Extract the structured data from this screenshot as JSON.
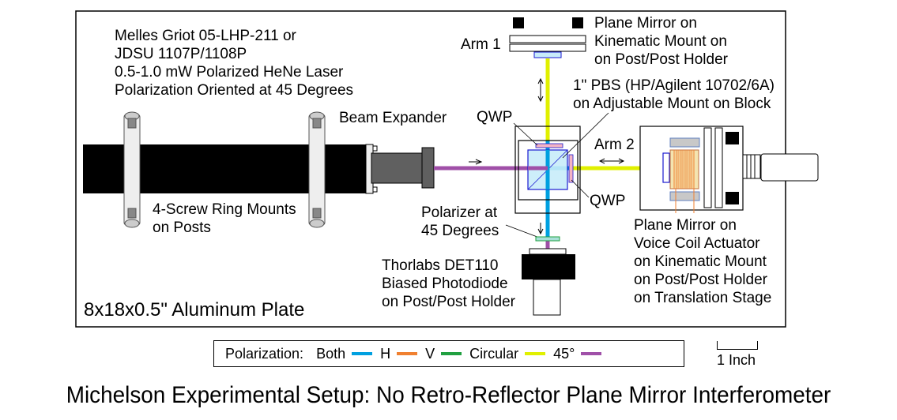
{
  "title": "Michelson Experimental Setup: No Retro-Reflector Plane Mirror Interferometer",
  "labels": {
    "laser": [
      "Melles Griot 05-LHP-211 or",
      "JDSU 1107P/1108P",
      "0.5-1.0 mW Polarized HeNe Laser",
      "Polarization Oriented at 45 Degrees"
    ],
    "beam_expander": "Beam Expander",
    "ring_mounts": [
      "4-Screw Ring Mounts",
      "on Posts"
    ],
    "plate": "8x18x0.5\" Aluminum Plate",
    "arm1": "Arm 1",
    "arm1_mirror": [
      "Plane Mirror on",
      "Kinematic Mount on",
      "on Post/Post Holder"
    ],
    "pbs": [
      "1\" PBS (HP/Agilent 10702/6A)",
      "on Adjustable Mount on Block"
    ],
    "qwp_top": "QWP",
    "qwp_right": "QWP",
    "arm2": "Arm 2",
    "polarizer": [
      "Polarizer at",
      "45 Degrees"
    ],
    "detector": [
      "Thorlabs DET110",
      "Biased Photodiode",
      "on Post/Post Holder"
    ],
    "arm2_mirror": [
      "Plane Mirror on",
      "Voice Coil Actuator",
      "on Kinematic Mount",
      "on Post/Post Holder",
      "on Translation Stage"
    ]
  },
  "legend": {
    "title": "Polarization:",
    "items": [
      {
        "label": "Both",
        "color": "#00a0e0"
      },
      {
        "label": "H",
        "color": "#f08030"
      },
      {
        "label": "V",
        "color": "#20a040"
      },
      {
        "label": "Circular",
        "color": "#e0f000"
      },
      {
        "label": "45°",
        "color": "#a050a8"
      }
    ]
  },
  "scale_bar": "1 Inch",
  "colors": {
    "both": "#00a0e0",
    "circular": "#e0f000",
    "deg45": "#a050a8",
    "h": "#f08030",
    "v": "#20a040",
    "pbs_fill": "#c8ecfa",
    "pbs_edge": "#1a1ad0",
    "qwp_fill": "#f4b4c4",
    "polarizer_fill": "#a8e0d8",
    "coil_fill": "#f4e4b0",
    "magnet_fill": "#c8c8c8",
    "expander": "#606060",
    "ring": "#eeeeee",
    "screw": "#888888"
  }
}
